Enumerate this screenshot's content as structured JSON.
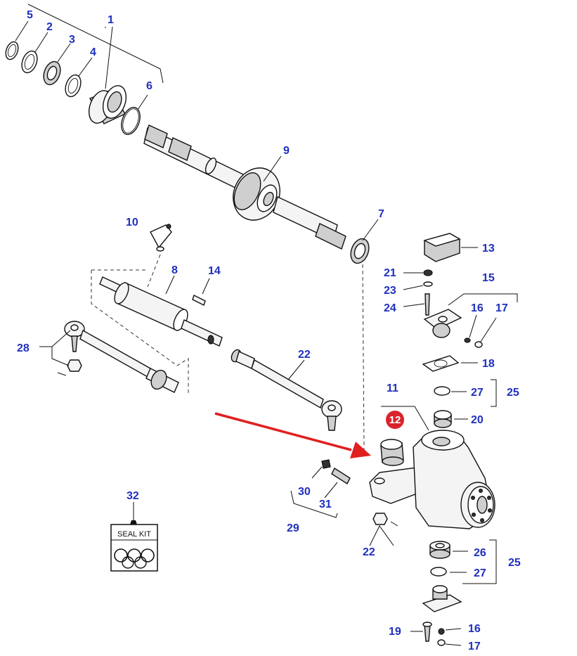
{
  "colors": {
    "callout": "#1f2fbf",
    "highlight": "#d9232a",
    "arrow": "#e02020",
    "line": "#111111"
  },
  "callouts": {
    "c1": "1",
    "c2": "2",
    "c3": "3",
    "c4": "4",
    "c5": "5",
    "c6": "6",
    "c7": "7",
    "c8": "8",
    "c9": "9",
    "c10": "10",
    "c11": "11",
    "c12": "12",
    "c13": "13",
    "c14": "14",
    "c15": "15",
    "c16a": "16",
    "c16b": "16",
    "c17a": "17",
    "c17b": "17",
    "c18": "18",
    "c19": "19",
    "c20": "20",
    "c21": "21",
    "c22a": "22",
    "c22b": "22",
    "c23": "23",
    "c24": "24",
    "c25a": "25",
    "c25b": "25",
    "c26": "26",
    "c27a": "27",
    "c27b": "27",
    "c28": "28",
    "c29": "29",
    "c30": "30",
    "c31": "31",
    "c32": "32"
  },
  "seal_kit": {
    "label": "SEAL KIT"
  },
  "highlight": {
    "part_number": "12"
  }
}
